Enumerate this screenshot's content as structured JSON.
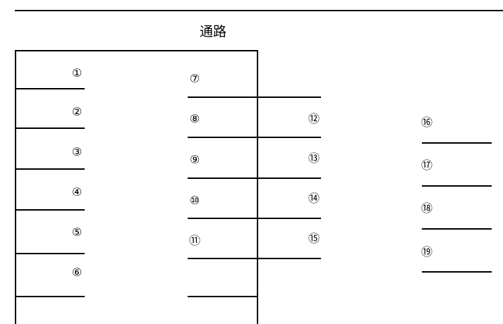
{
  "diagram": {
    "title": "通路",
    "left_column": {
      "spaces": [
        {
          "label": "①"
        },
        {
          "label": "②"
        },
        {
          "label": "③"
        },
        {
          "label": "④"
        },
        {
          "label": "⑤"
        },
        {
          "label": "⑥"
        }
      ]
    },
    "middle_left_column": {
      "spaces": [
        {
          "label": "⑦"
        },
        {
          "label": "⑧"
        },
        {
          "label": "⑨"
        },
        {
          "label": "⑩"
        },
        {
          "label": "⑪"
        }
      ]
    },
    "middle_right_column": {
      "spaces": [
        {
          "label": "⑫"
        },
        {
          "label": "⑬"
        },
        {
          "label": "⑭"
        },
        {
          "label": "⑮"
        }
      ]
    },
    "right_column": {
      "spaces": [
        {
          "label": "⑯"
        },
        {
          "label": "⑰"
        },
        {
          "label": "⑱"
        },
        {
          "label": "⑲"
        }
      ]
    },
    "line_color": "#000000",
    "background": "#ffffff"
  }
}
